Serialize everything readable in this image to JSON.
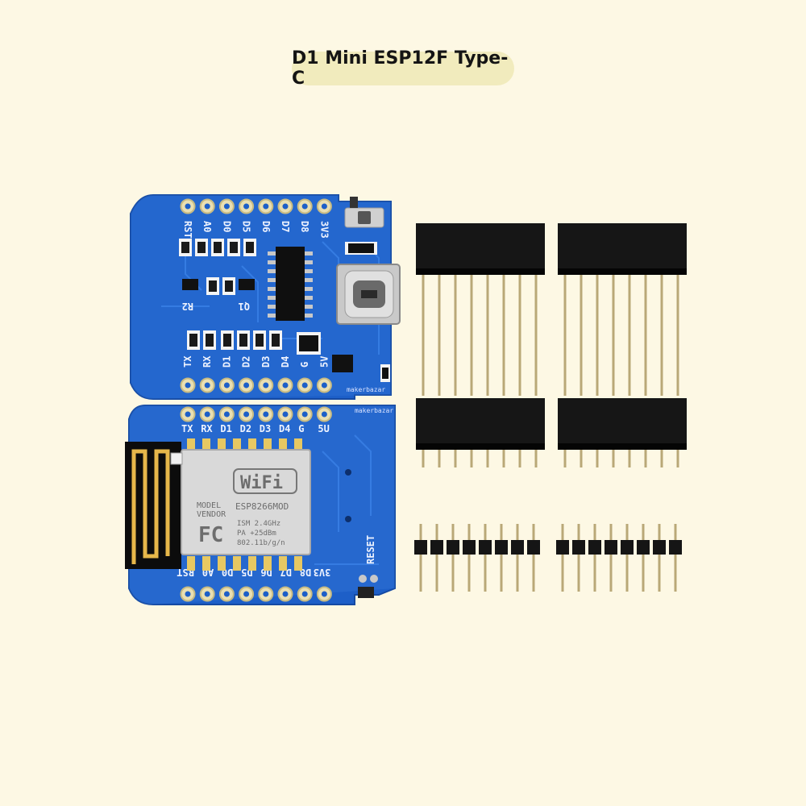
{
  "title": "D1 Mini ESP12F Type-C",
  "colors": {
    "background": "#fdf8e4",
    "title_pill": "#f1ebbd",
    "pcb_blue": "#1d5fc8",
    "header_black": "#161616",
    "pin_gold": "#b9a877"
  },
  "board_top": {
    "labels_top_row": [
      "RST",
      "A0",
      "D0",
      "D5",
      "D6",
      "D7",
      "D8",
      "3V3"
    ],
    "labels_bottom_row": [
      "TX",
      "RX",
      "D1",
      "D2",
      "D3",
      "D4",
      "G",
      "5V"
    ],
    "component_labels": [
      "R2",
      "Q1"
    ],
    "brand": "makerbazar"
  },
  "board_bottom": {
    "labels_top_row": [
      "TX",
      "RX",
      "D1",
      "D2",
      "D3",
      "D4",
      "G",
      "5U"
    ],
    "labels_bottom_row": [
      "RST",
      "A0",
      "D0",
      "D5",
      "D6",
      "D7",
      "D8",
      "3V3"
    ],
    "reset_label": "RESET",
    "brand": "makerbazar",
    "module": {
      "wifi_logo": "WiFi",
      "model_line": "MODEL",
      "vendor_line": "VENDOR",
      "chip": "ESP8266MOD",
      "fcc_logo": "FC",
      "spec_lines": [
        "ISM 2.4GHz",
        "PA +25dBm",
        "802.11b/g/n"
      ]
    }
  },
  "accessories": [
    "long-pin female header",
    "long-pin female header",
    "short-pin female header",
    "short-pin female header",
    "male pin header",
    "male pin header"
  ]
}
